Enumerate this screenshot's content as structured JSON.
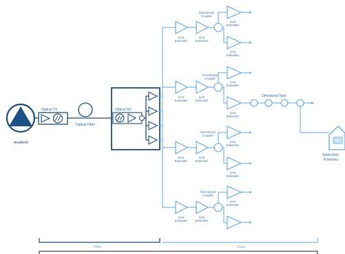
{
  "headend": {
    "label": "Headend"
  },
  "optical_tx": {
    "label": "Optical TX"
  },
  "optical_fiber": {
    "label": "Optical Fiber"
  },
  "optical_rx": {
    "label": "Optical RX"
  },
  "line_extender_label": "Line\nExtender",
  "directional_coupler_label": "Directional\nCoupler",
  "directional_taps": {
    "label": "Directional Taps"
  },
  "subscriber": {
    "label": "Subscriber\nPremises"
  },
  "segments": {
    "fiber": "Fiber",
    "coax": "Coax"
  },
  "colors": {
    "dark_blue": "#1a4a7a",
    "light_blue": "#7fb7e6",
    "amp_stroke": "#5aa7e0"
  }
}
